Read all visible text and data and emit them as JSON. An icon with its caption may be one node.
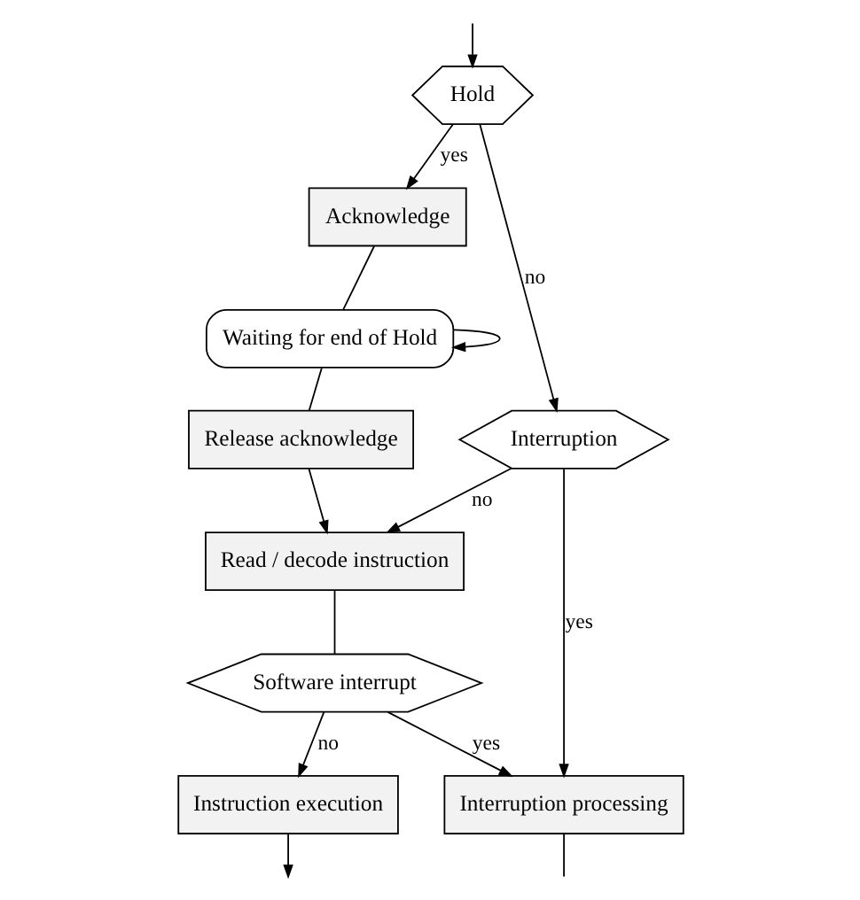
{
  "diagram": {
    "nodes": [
      {
        "text": [
          "Hold"
        ]
      },
      {
        "text": [
          "Acknowledge"
        ]
      },
      {
        "text": [
          "Waiting for end of Hold"
        ]
      },
      {
        "text": [
          "Release acknowledge"
        ]
      },
      {
        "text": [
          "Interruption"
        ]
      },
      {
        "text": [
          "Read / decode instruction"
        ]
      },
      {
        "text": [
          "Software interrupt"
        ]
      },
      {
        "text": [
          "Instruction execution"
        ]
      },
      {
        "text": [
          "Interruption processing"
        ]
      }
    ],
    "edges": [
      {
        "from": null,
        "to": 0,
        "arrow": "to"
      },
      {
        "from": 0,
        "to": 1,
        "label": "yes",
        "arrow": "to"
      },
      {
        "from": 0,
        "to": 4,
        "label": "no",
        "arrow": "to"
      },
      {
        "from": 1,
        "to": 2,
        "arrow": "none"
      },
      {
        "from": 2,
        "to": 2,
        "arrow": "to"
      },
      {
        "from": 2,
        "to": 3,
        "arrow": "none"
      },
      {
        "from": 3,
        "to": 5,
        "arrow": "to"
      },
      {
        "from": 4,
        "to": 8,
        "label": "yes",
        "arrow": "to"
      },
      {
        "from": 4,
        "to": 5,
        "label": "no",
        "arrow": "to"
      },
      {
        "from": 5,
        "to": 6,
        "arrow": "none"
      },
      {
        "from": 6,
        "to": 8,
        "label": "yes",
        "arrow": "to"
      },
      {
        "from": 6,
        "to": 7,
        "label": "no",
        "arrow": "to"
      },
      {
        "from": 7,
        "to": null,
        "arrow": "to"
      },
      {
        "from": 8,
        "to": null,
        "arrow": "none"
      }
    ]
  }
}
